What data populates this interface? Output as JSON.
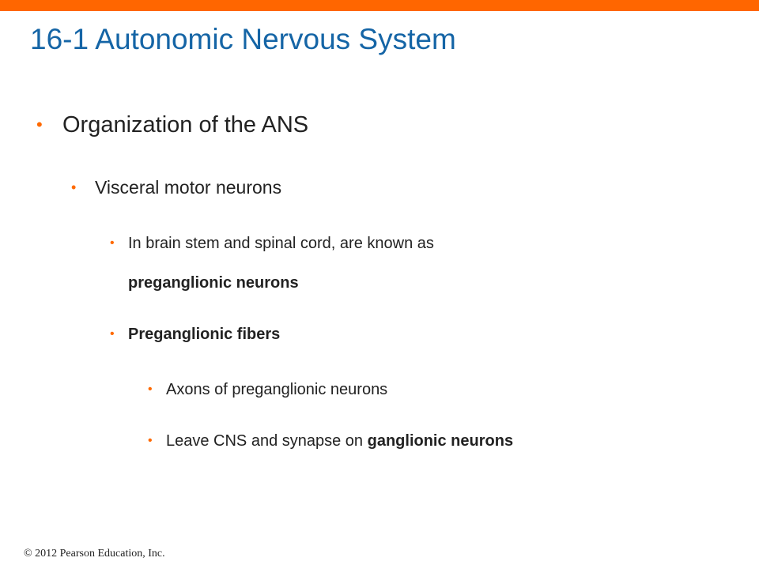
{
  "slide": {
    "title": "16-1 Autonomic Nervous System",
    "bullets": {
      "level1": "Organization of the ANS",
      "level2": "Visceral motor neurons",
      "item_a_line1": "In brain stem and spinal cord, are known as",
      "item_a_line2": "preganglionic neurons",
      "item_b": "Preganglionic fibers",
      "item_c": "Axons of preganglionic neurons",
      "item_d_prefix": "Leave CNS and synapse on ",
      "item_d_bold": "ganglionic neurons"
    },
    "bullet_glyph": "•",
    "copyright": "© 2012 Pearson Education, Inc."
  },
  "colors": {
    "accent_bar": "#ff6600",
    "title": "#1565a6",
    "bullet": "#ff6a00",
    "text": "#222222"
  }
}
